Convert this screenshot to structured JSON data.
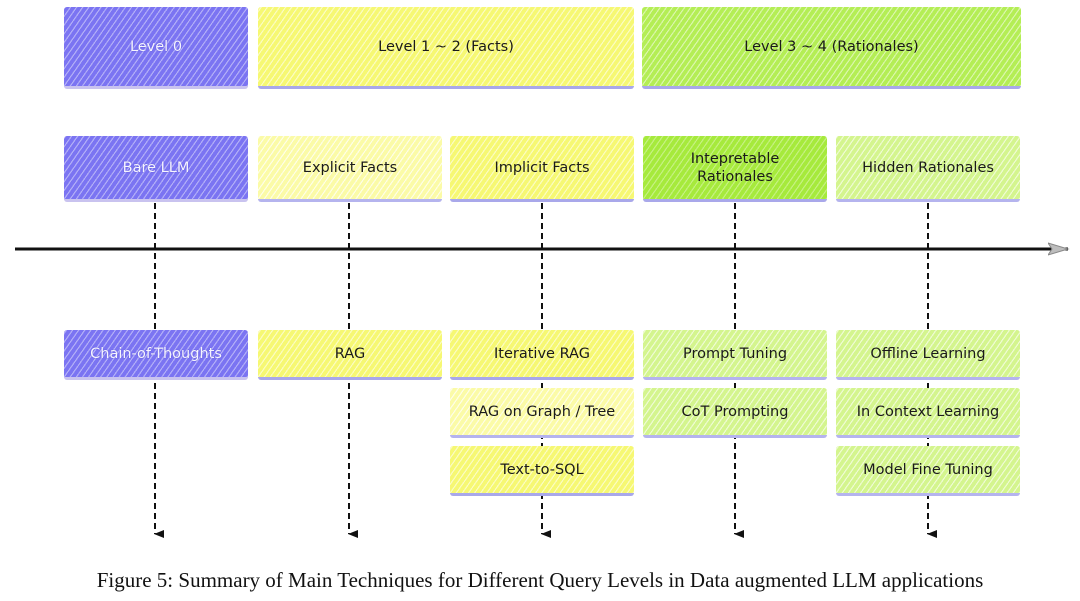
{
  "headers": {
    "level0": "Level 0",
    "level12": "Level 1 ~ 2 (Facts)",
    "level34": "Level 3 ~ 4 (Rationales)"
  },
  "categories": {
    "bare_llm": "Bare LLM",
    "explicit_facts": "Explicit Facts",
    "implicit_facts": "Implicit Facts",
    "interpretable_rationales": "Intepretable\nRationales",
    "hidden_rationales": "Hidden Rationales"
  },
  "techniques": {
    "bare_llm": [
      "Chain-of-Thoughts"
    ],
    "explicit_facts": [
      "RAG"
    ],
    "implicit_facts": [
      "Iterative RAG",
      "RAG on Graph / Tree",
      "Text-to-SQL"
    ],
    "interpretable_rationales": [
      "Prompt Tuning",
      "CoT Prompting"
    ],
    "hidden_rationales": [
      "Offline Learning",
      "In Context Learning",
      "Model Fine Tuning"
    ]
  },
  "caption": "Figure 5: Summary of Main Techniques for Different Query Levels in Data augmented LLM applications"
}
